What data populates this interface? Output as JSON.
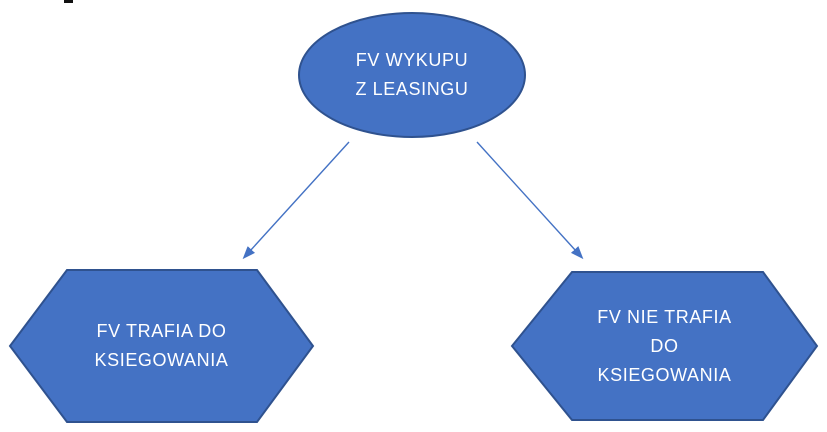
{
  "diagram": {
    "colors": {
      "shape_fill": "#4472C4",
      "shape_border": "#2F528F",
      "arrow": "#4472C4",
      "label_text": "#FFFFFF",
      "background": "#FFFFFF"
    },
    "nodes": {
      "root": {
        "shape": "ellipse",
        "line1": "FV WYKUPU",
        "line2": "Z LEASINGU"
      },
      "left": {
        "shape": "hexagon",
        "line1": "FV TRAFIA DO",
        "line2": "KSIEGOWANIA"
      },
      "right": {
        "shape": "hexagon",
        "line1": "FV NIE TRAFIA",
        "line2": "DO",
        "line3": "KSIEGOWANIA"
      }
    },
    "connectors": {
      "left_arrow": "root-to-left",
      "right_arrow": "root-to-right"
    }
  }
}
